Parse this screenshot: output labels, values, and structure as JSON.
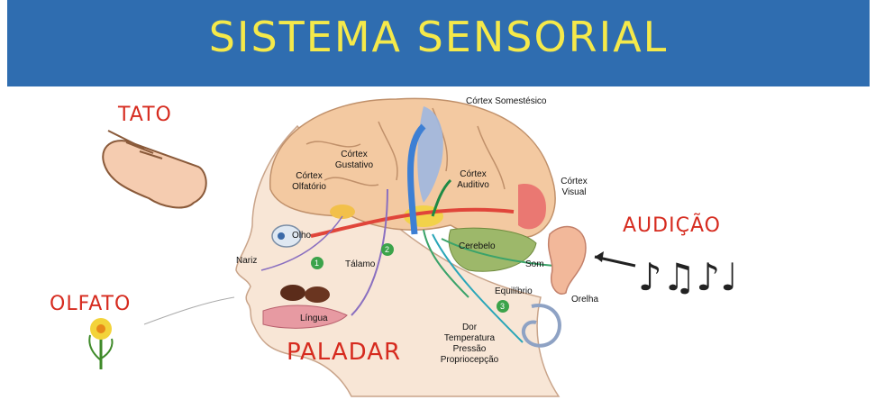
{
  "title": "SISTEMA SENSORIAL",
  "senses": {
    "tato": "TATO",
    "olfato": "OLFATO",
    "paladar": "PALADAR",
    "audicao": "AUDIÇÃO"
  },
  "labels": {
    "cortex_somestesico": "Córtex Somestésico",
    "cortex_gustativo_1": "Córtex",
    "cortex_gustativo_2": "Gustativo",
    "cortex_olfatorio_1": "Córtex",
    "cortex_olfatorio_2": "Olfatório",
    "cortex_auditivo_1": "Córtex",
    "cortex_auditivo_2": "Auditivo",
    "cortex_visual_1": "Córtex",
    "cortex_visual_2": "Visual",
    "olho": "Olho",
    "nariz": "Nariz",
    "talamo": "Tálamo",
    "cerebelo": "Cerebelo",
    "som": "Som",
    "orelha": "Orelha",
    "equilibrio": "Equilíbrio",
    "lingua": "Língua",
    "dor": "Dor",
    "temperatura": "Temperatura",
    "pressao": "Pressão",
    "propriocepcao": "Propriocepção",
    "num1": "1",
    "num2": "2",
    "num3": "3"
  },
  "colors": {
    "banner": "#2f6db0",
    "title": "#f5e94a",
    "sense_text": "#d62b1f"
  }
}
